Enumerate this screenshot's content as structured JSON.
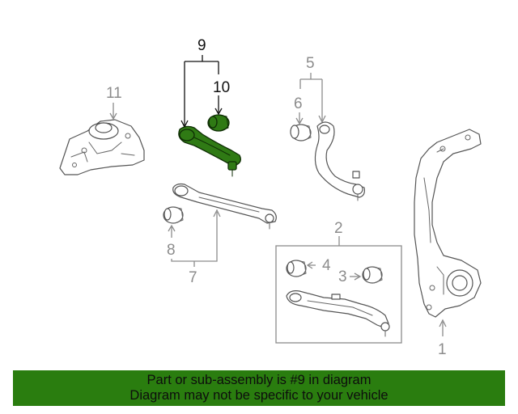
{
  "callouts": {
    "c1": "1",
    "c2": "2",
    "c3": "3",
    "c4": "4",
    "c5": "5",
    "c6": "6",
    "c7": "7",
    "c8": "8",
    "c9": "9",
    "c10": "10",
    "c11": "11"
  },
  "highlight_part": "9",
  "colors": {
    "highlight": "#2f7a14",
    "footer_background": "#2a7d0f",
    "line_art": "#555555",
    "callout_text": "#8c8c8c"
  },
  "footer": {
    "line1": "Part or sub-assembly is #9 in diagram",
    "line2": "Diagram may not be specific to your vehicle"
  }
}
